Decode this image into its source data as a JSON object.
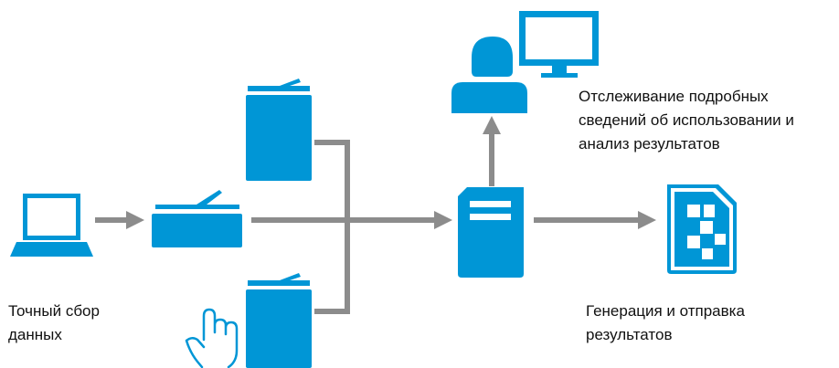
{
  "colors": {
    "icon_blue": "#0096d6",
    "arrow_gray": "#8c8c8c",
    "text": "#111111"
  },
  "nodes": [
    {
      "id": "laptop",
      "icon": "laptop-icon"
    },
    {
      "id": "mfp-top",
      "icon": "printer-tall-icon"
    },
    {
      "id": "scanner",
      "icon": "scanner-icon"
    },
    {
      "id": "mfp-bottom",
      "icon": "printer-tall-icon"
    },
    {
      "id": "touch",
      "icon": "hand-pointer-icon"
    },
    {
      "id": "server",
      "icon": "server-icon"
    },
    {
      "id": "user",
      "icon": "user-icon"
    },
    {
      "id": "monitor",
      "icon": "monitor-icon"
    },
    {
      "id": "report",
      "icon": "report-document-icon"
    }
  ],
  "captions": {
    "collect": {
      "line1": "Точный сбор",
      "line2": "данных"
    },
    "track": {
      "line1": "Отслеживание подробных",
      "line2": "сведений об использовании и",
      "line3": "анализ результатов"
    },
    "generate": {
      "line1": "Генерация и отправка",
      "line2": "результатов"
    }
  }
}
